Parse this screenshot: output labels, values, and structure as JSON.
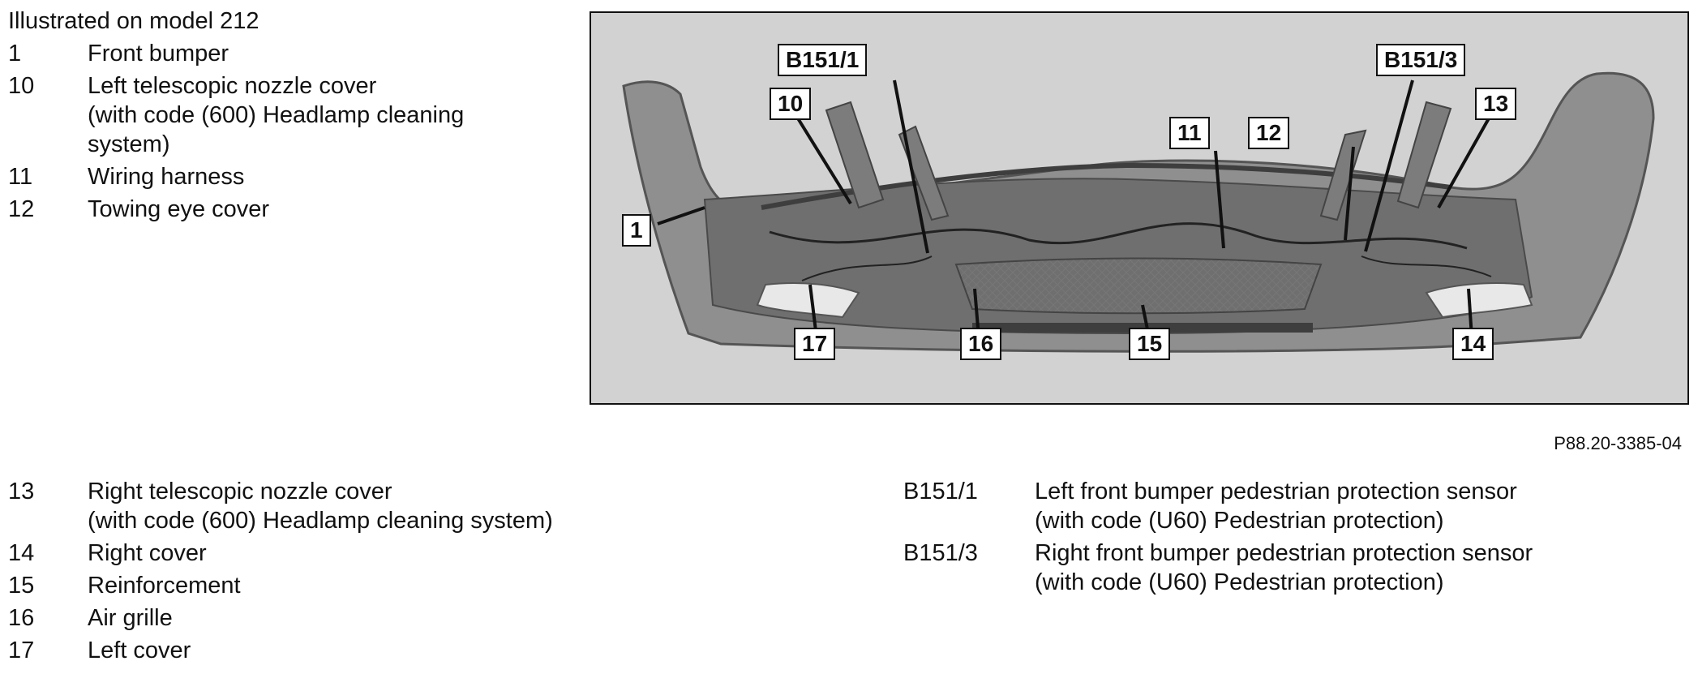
{
  "heading": "Illustrated on model 212",
  "legend_top": [
    {
      "num": "1",
      "lines": [
        "Front bumper"
      ]
    },
    {
      "num": "10",
      "lines": [
        "Left telescopic nozzle cover",
        "(with code (600) Headlamp cleaning",
        "system)"
      ]
    },
    {
      "num": "11",
      "lines": [
        "Wiring harness"
      ]
    },
    {
      "num": "12",
      "lines": [
        "Towing eye cover"
      ]
    }
  ],
  "legend_bottom_left": [
    {
      "num": "13",
      "lines": [
        "Right telescopic nozzle cover",
        "(with code (600) Headlamp cleaning system)"
      ]
    },
    {
      "num": "14",
      "lines": [
        "Right cover"
      ]
    },
    {
      "num": "15",
      "lines": [
        "Reinforcement"
      ]
    },
    {
      "num": "16",
      "lines": [
        "Air grille"
      ]
    },
    {
      "num": "17",
      "lines": [
        "Left cover"
      ]
    }
  ],
  "legend_bottom_right": [
    {
      "num": "B151/1",
      "lines": [
        "Left front bumper pedestrian protection sensor",
        "(with code (U60) Pedestrian protection)"
      ]
    },
    {
      "num": "B151/3",
      "lines": [
        "Right front bumper pedestrian protection sensor",
        "(with code (U60) Pedestrian protection)"
      ]
    }
  ],
  "callouts": [
    "B151/1",
    "B151/3",
    "10",
    "11",
    "12",
    "13",
    "1",
    "17",
    "16",
    "15",
    "14"
  ],
  "figure_code": "P88.20-3385-04"
}
